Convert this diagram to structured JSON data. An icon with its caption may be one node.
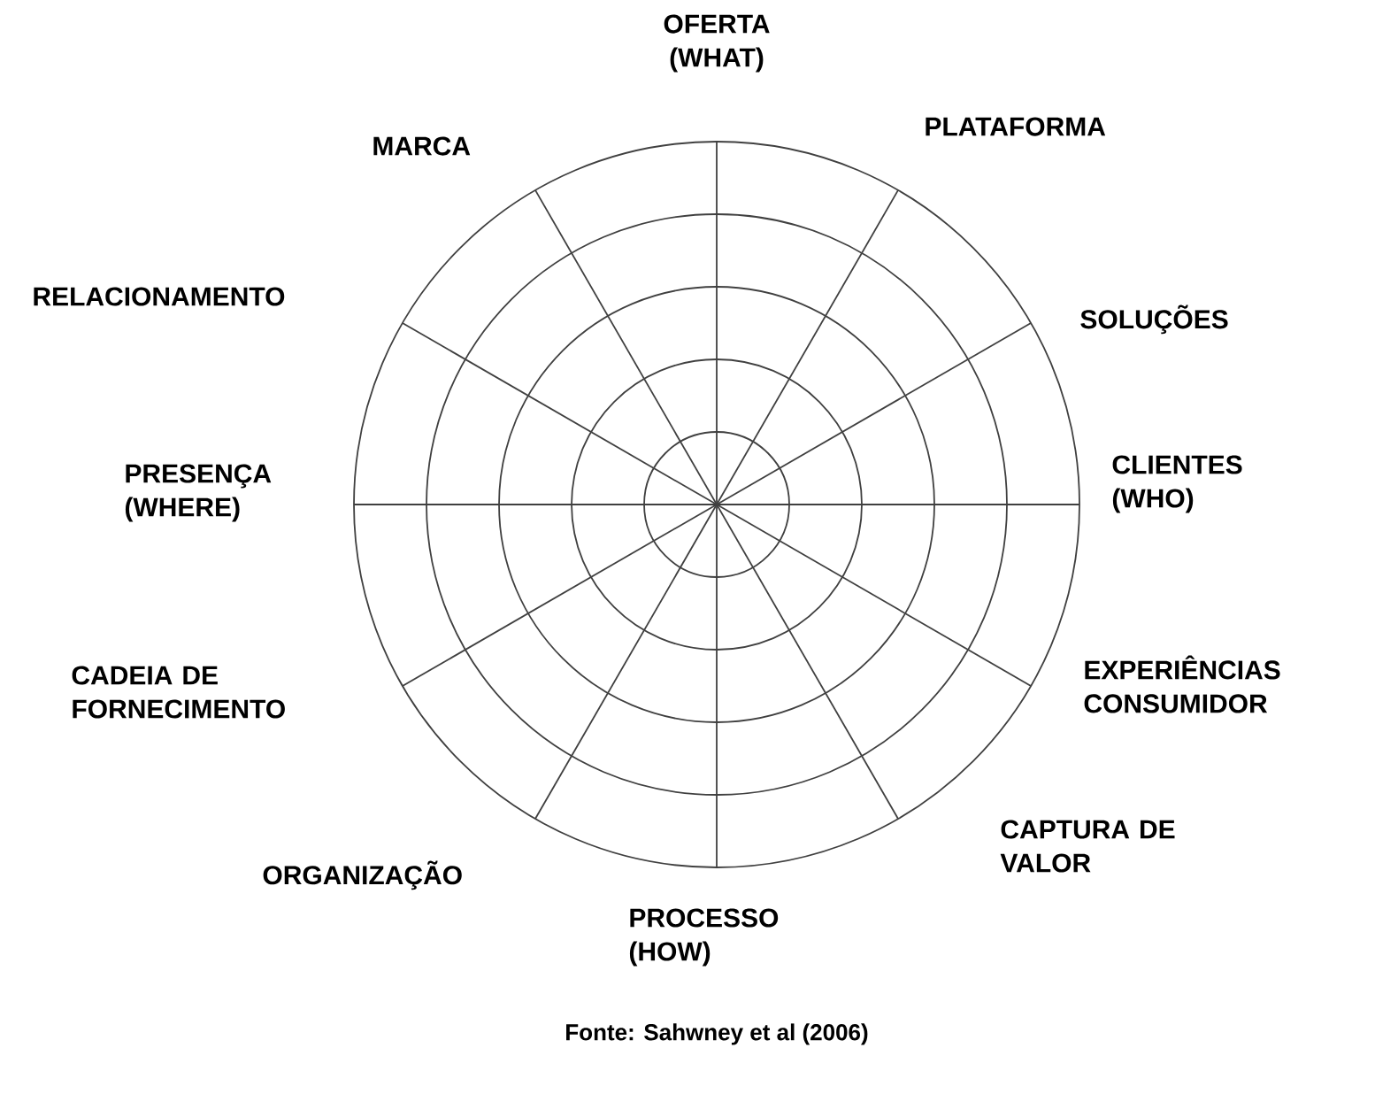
{
  "diagram": {
    "caption": "Fonte: Sahwney et al (2006)",
    "labels": [
      "OFERTA (WHAT)",
      "PLATAFORMA",
      "MARCA",
      "RELACIONAMENTO",
      "SOLUÇÕES",
      "CLIENTES (WHO)",
      "PRESENÇA (WHERE)",
      "EXPERIÊNCIAS CONSUMIDOR",
      "CADEIA DE FORNECIMENTO",
      "CAPTURA DE VALOR",
      "ORGANIZAÇÃO",
      "PROCESSO (HOW)"
    ]
  }
}
